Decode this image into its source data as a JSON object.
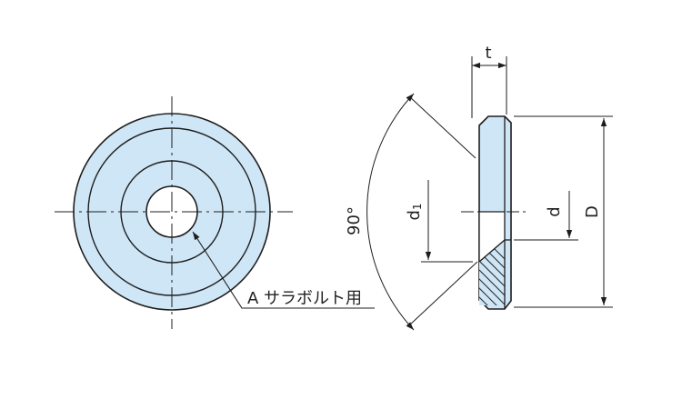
{
  "colors": {
    "fill": "#cfe6f6",
    "line": "#1e1e1e",
    "hatch": "#2a2a2a",
    "background": "#ffffff"
  },
  "labels": {
    "t": "t",
    "angle": "90°",
    "d1": "d",
    "d1_sub": "1",
    "d": "d",
    "D": "D",
    "bolt_note": "A サラボルト用"
  }
}
